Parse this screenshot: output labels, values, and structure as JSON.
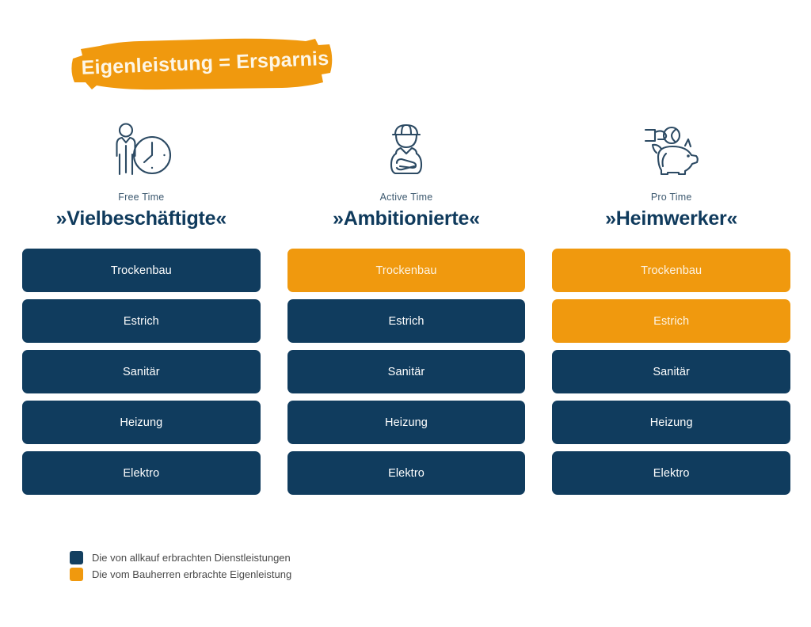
{
  "banner": {
    "text": "Eigenleistung = Ersparnis",
    "bg_color": "#f0990e",
    "text_color": "#fdf6e6"
  },
  "colors": {
    "navy": "#103c5e",
    "orange": "#f0990e",
    "page_bg": "#ffffff",
    "title": "#0f3a5c",
    "eyebrow": "#3e5a70",
    "legend_text": "#4a4a4a"
  },
  "columns": [
    {
      "icon": "person-clock-icon",
      "eyebrow": "Free Time",
      "title": "»Vielbeschäftigte«",
      "bars": [
        {
          "label": "Trockenbau",
          "variant": "navy"
        },
        {
          "label": "Estrich",
          "variant": "navy"
        },
        {
          "label": "Sanitär",
          "variant": "navy"
        },
        {
          "label": "Heizung",
          "variant": "navy"
        },
        {
          "label": "Elektro",
          "variant": "navy"
        }
      ]
    },
    {
      "icon": "worker-helmet-icon",
      "eyebrow": "Active Time",
      "title": "»Ambitionierte«",
      "bars": [
        {
          "label": "Trockenbau",
          "variant": "orange"
        },
        {
          "label": "Estrich",
          "variant": "navy"
        },
        {
          "label": "Sanitär",
          "variant": "navy"
        },
        {
          "label": "Heizung",
          "variant": "navy"
        },
        {
          "label": "Elektro",
          "variant": "navy"
        }
      ]
    },
    {
      "icon": "piggy-bank-icon",
      "eyebrow": "Pro Time",
      "title": "»Heimwerker«",
      "bars": [
        {
          "label": "Trockenbau",
          "variant": "orange"
        },
        {
          "label": "Estrich",
          "variant": "orange"
        },
        {
          "label": "Sanitär",
          "variant": "navy"
        },
        {
          "label": "Heizung",
          "variant": "navy"
        },
        {
          "label": "Elektro",
          "variant": "navy"
        }
      ]
    }
  ],
  "legend": [
    {
      "swatch": "navy",
      "label": "Die von allkauf erbrachten Dienstleistungen"
    },
    {
      "swatch": "orange",
      "label": "Die vom Bauherren erbrachte Eigenleistung"
    }
  ]
}
